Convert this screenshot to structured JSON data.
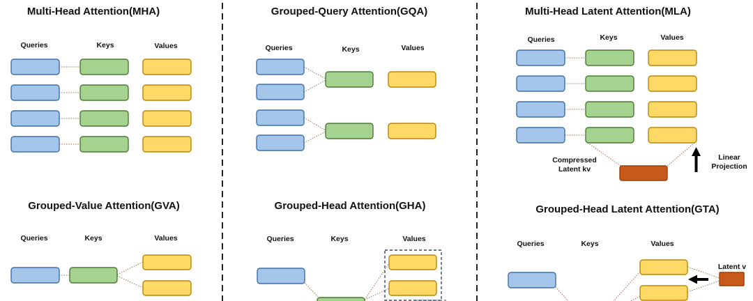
{
  "panels": {
    "mha": {
      "title": "Multi-Head Attention(MHA)",
      "queries": "Queries",
      "keys": "Keys",
      "values": "Values"
    },
    "gqa": {
      "title": "Grouped-Query Attention(GQA)",
      "queries": "Queries",
      "keys": "Keys",
      "values": "Values"
    },
    "mla": {
      "title": "Multi-Head Latent Attention(MLA)",
      "queries": "Queries",
      "keys": "Keys",
      "values": "Values",
      "compressed_1": "Compressed",
      "compressed_2": "Latent kv",
      "linear_1": "Linear",
      "linear_2": "Projection"
    },
    "gva": {
      "title": "Grouped-Value Attention(GVA)",
      "queries": "Queries",
      "keys": "Keys",
      "values": "Values"
    },
    "gha": {
      "title": "Grouped-Head Attention(GHA)",
      "queries": "Queries",
      "keys": "Keys",
      "values": "Values"
    },
    "gta": {
      "title": "Grouped-Head Latent Attention(GTA)",
      "queries": "Queries",
      "keys": "Keys",
      "values": "Values",
      "latent_v": "Latent v"
    }
  },
  "colors": {
    "query": "#a4c6ea",
    "key": "#a5d38f",
    "value": "#ffd966",
    "latent": "#c85a19"
  }
}
